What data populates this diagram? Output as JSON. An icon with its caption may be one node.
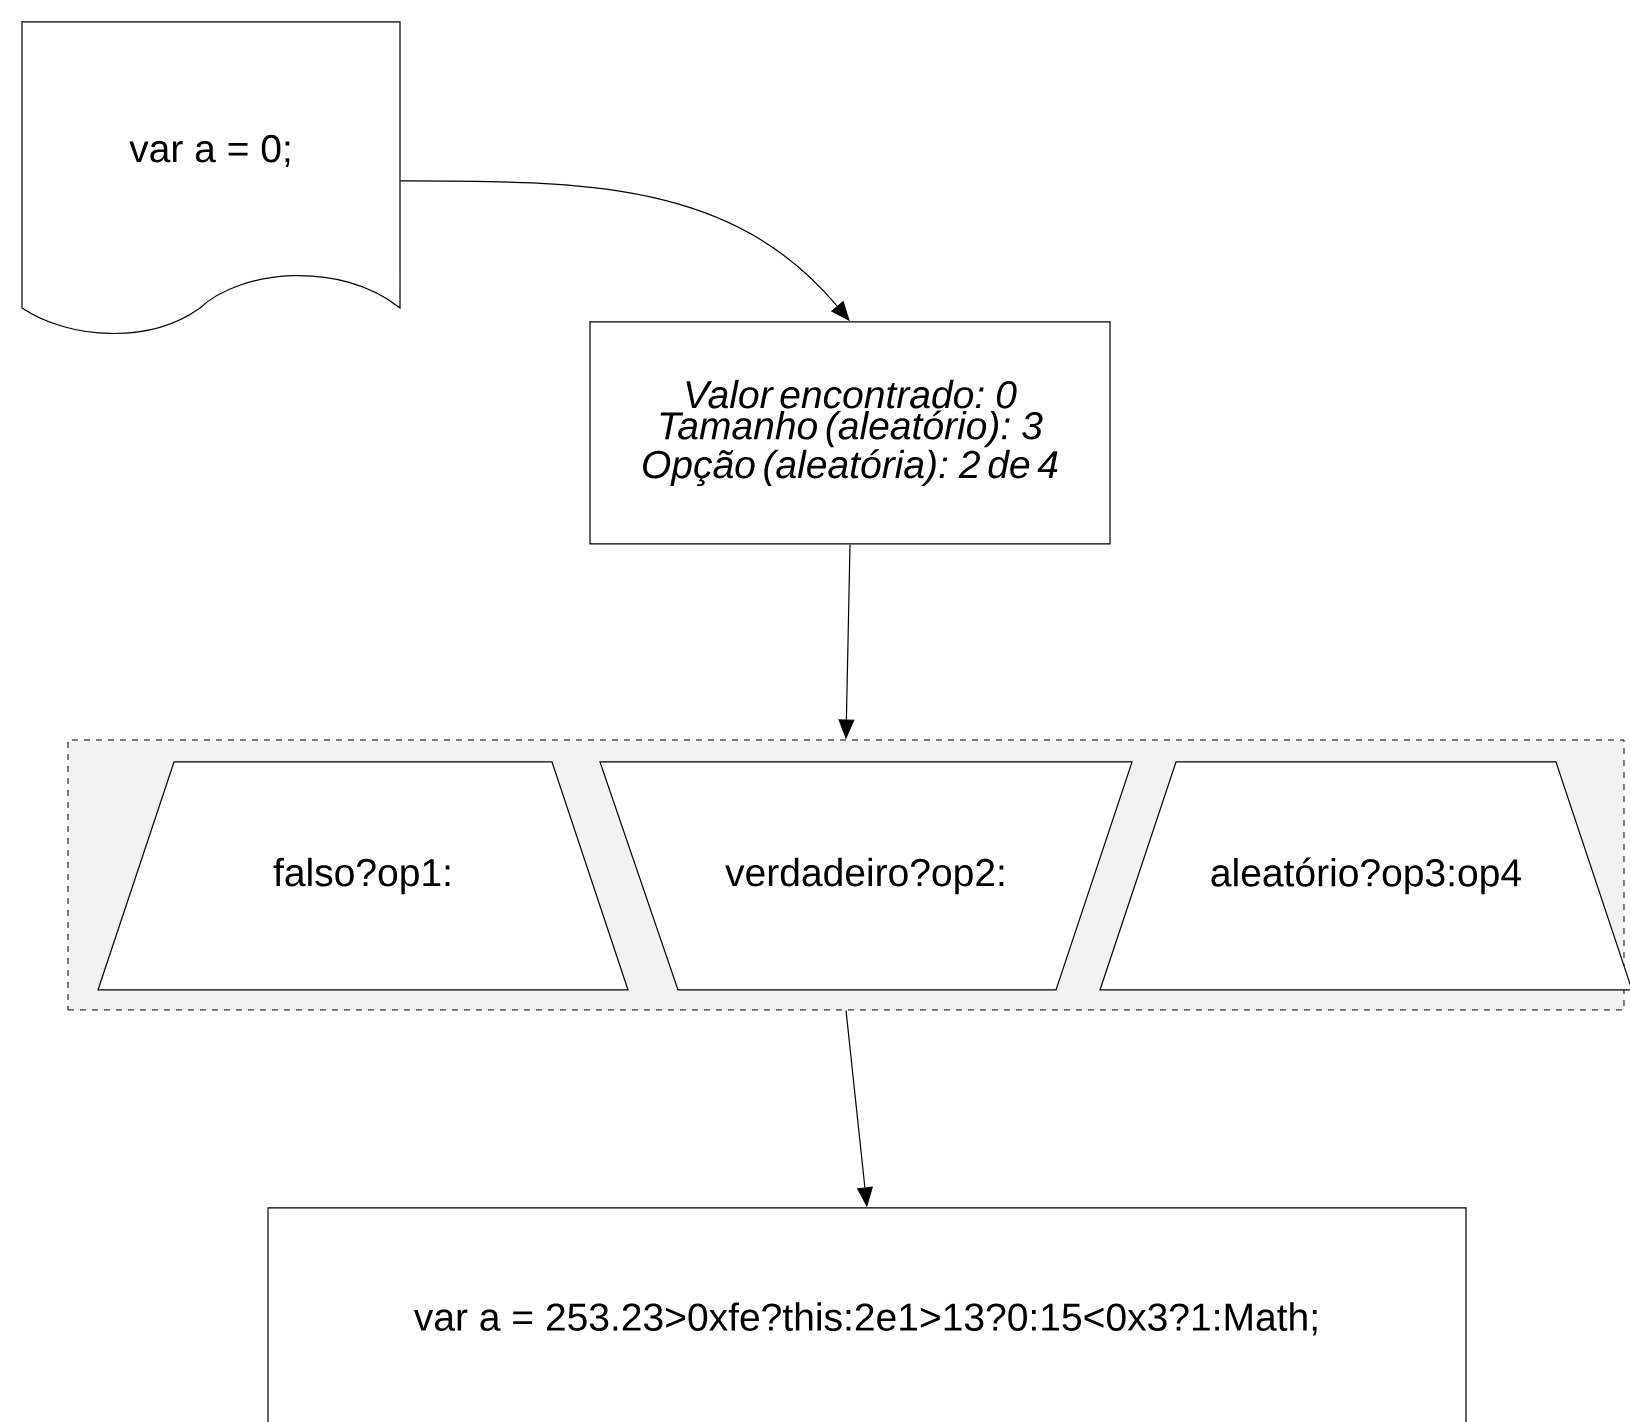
{
  "diagram": {
    "nodes": [
      {
        "text": [
          "var a = 0;"
        ]
      },
      {
        "text": [
          "Valor encontrado: 0 Tamanho (aleatório): 3 Opção (aleatória): 2 de 4"
        ]
      },
      {
        "text": [],
        "shape": "box"
      },
      {
        "text": [
          "falso?op1:"
        ],
        "in": 2
      },
      {
        "text": [
          "verdadeiro?op2:"
        ],
        "in": 2
      },
      {
        "text": [
          "aleatório?op3:op4"
        ],
        "in": 2
      },
      {
        "text": [
          "var a = 253.23>0xfe?this:2e1>13?0:15<0x3?1:Math;"
        ]
      }
    ],
    "edges": [
      {
        "from": 0,
        "to": 1,
        "arrow": "to"
      },
      {
        "from": 1,
        "to": 2,
        "arrow": "to"
      },
      {
        "from": 2,
        "to": 6,
        "arrow": "to"
      }
    ]
  }
}
